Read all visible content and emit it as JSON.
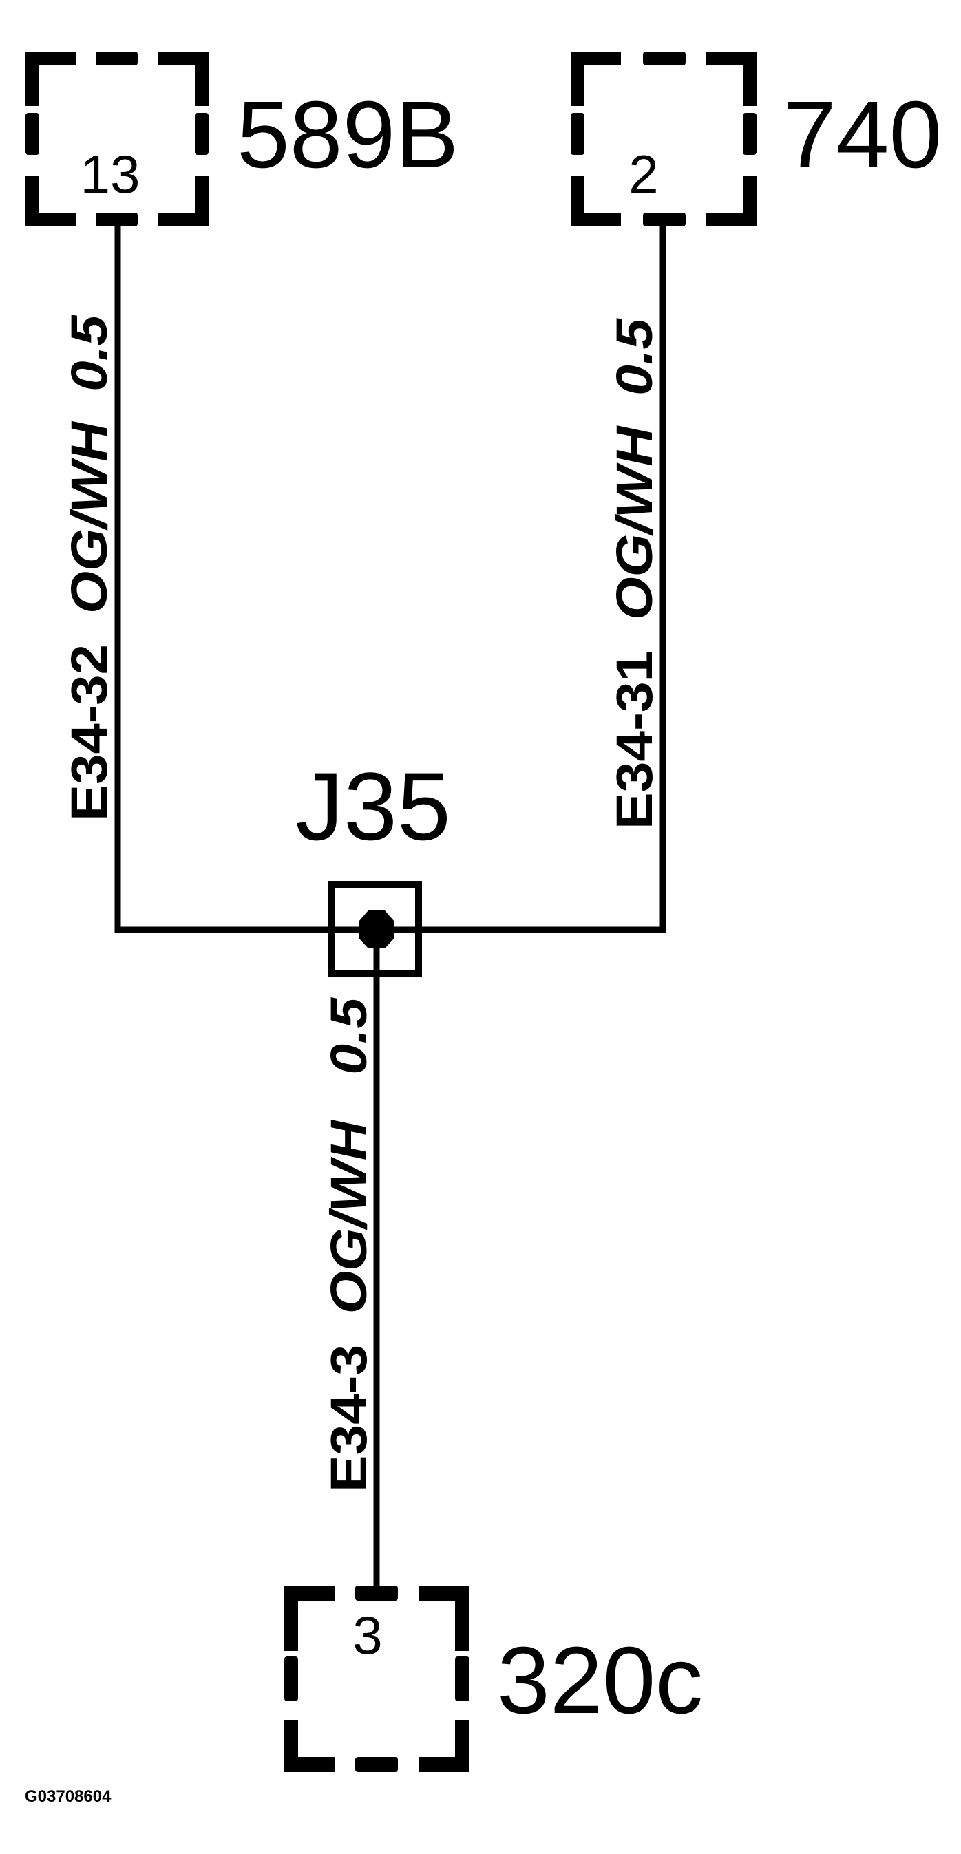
{
  "diagram": {
    "components": [
      {
        "id": "589B",
        "label": "589B",
        "pin": "13"
      },
      {
        "id": "740",
        "label": "740",
        "pin": "2"
      },
      {
        "id": "320c",
        "label": "320c",
        "pin": "3"
      }
    ],
    "junction": {
      "label": "J35"
    },
    "wires": [
      {
        "circuit": "E34-32",
        "color": "OG/WH",
        "size": "0.5",
        "from": "589B pin 13",
        "to": "J35"
      },
      {
        "circuit": "E34-31",
        "color": "OG/WH",
        "size": "0.5",
        "from": "740 pin 2",
        "to": "J35"
      },
      {
        "circuit": "E34-3",
        "color": "OG/WH",
        "size": "0.5",
        "from": "J35",
        "to": "320c pin 3"
      }
    ],
    "figure_id": "G03708604",
    "colors": {
      "line": "#000000",
      "background": "#ffffff"
    }
  }
}
